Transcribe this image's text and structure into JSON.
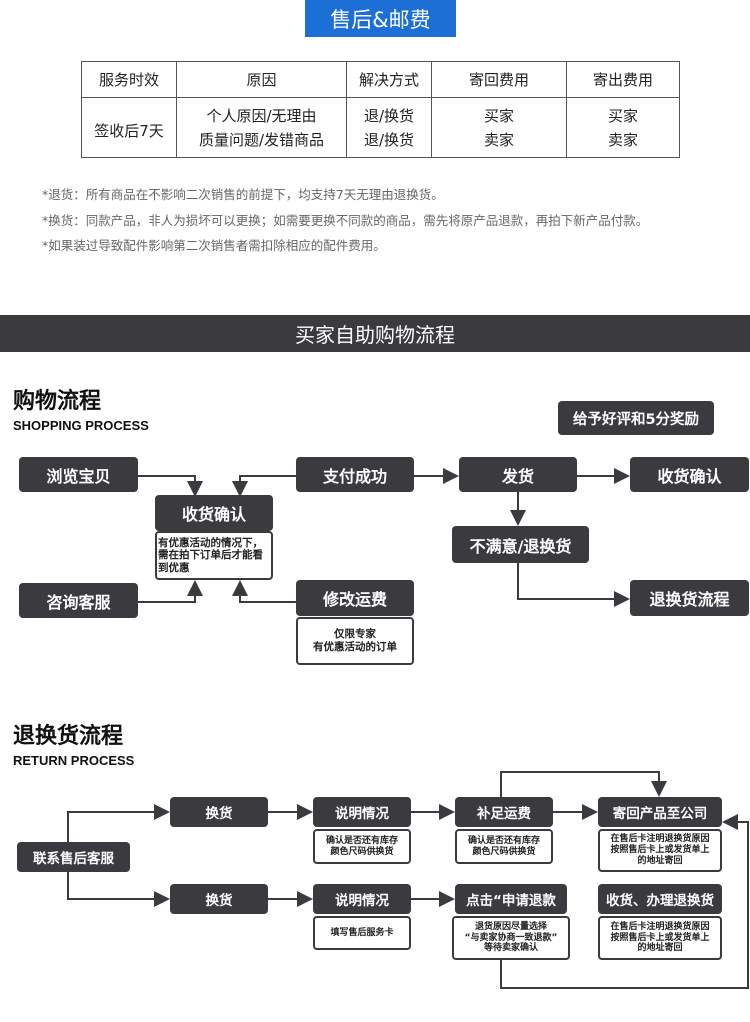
{
  "banner": "售后&邮费",
  "table": {
    "headers": [
      "服务时效",
      "原因",
      "解决方式",
      "寄回费用",
      "寄出费用"
    ],
    "period": "签收后7天",
    "rows": [
      [
        "个人原因/无理由",
        "退/换货",
        "买家",
        "买家"
      ],
      [
        "质量问题/发错商品",
        "退/换货",
        "卖家",
        "卖家"
      ]
    ]
  },
  "notes": [
    "*退货：所有商品在不影响二次销售的前提下，均支持7天无理由退换货。",
    "*换货：同款产品，非人为损坏可以更换；如需要更换不同款的商品，需先将原产品退款，再拍下新产品付款。",
    "*如果装过导致配件影响第二次销售者需扣除相应的配件费用。"
  ],
  "bar": "买家自助购物流程",
  "shopping": {
    "title": "购物流程",
    "subtitle": "SHOPPING PROCESS",
    "reward": "给予好评和5分奖励",
    "browse": "浏览宝贝",
    "pay": "支付成功",
    "ship": "发货",
    "confirm_right": "收货确认",
    "confirm_mid": "收货确认",
    "confirm_note": "有优惠活动的情况下，需在拍下订单后才能看到优惠",
    "unhappy": "不满意/退换货",
    "consult": "咨询客服",
    "modify": "修改运费",
    "modify_note_1": "仅限专家",
    "modify_note_2": "有优惠活动的订单",
    "return_flow": "退换货流程"
  },
  "returns": {
    "title": "退换货流程",
    "subtitle": "RETURN PROCESS",
    "contact": "联系售后客服",
    "row1": {
      "exchange": "换货",
      "explain": "说明情况",
      "explain_note_1": "确认是否还有库存",
      "explain_note_2": "颜色尺码供换货",
      "fee": "补足运费",
      "fee_note_1": "确认是否还有库存",
      "fee_note_2": "颜色尺码供换货",
      "send": "寄回产品至公司",
      "send_note_1": "在售后卡注明退换货原因",
      "send_note_2": "按照售后卡上或发货单上",
      "send_note_3": "的地址寄回"
    },
    "row2": {
      "exchange": "换货",
      "explain": "说明情况",
      "explain_note": "填写售后服务卡",
      "apply": "点击“申请退款",
      "apply_note_1": "退货原因尽量选择",
      "apply_note_2": "“与卖家协商一致退款”",
      "apply_note_3": "等待卖家确认",
      "receive": "收货、办理退换货",
      "receive_note_1": "在售后卡注明退换货原因",
      "receive_note_2": "按照售后卡上或发货单上",
      "receive_note_3": "的地址寄回"
    }
  }
}
